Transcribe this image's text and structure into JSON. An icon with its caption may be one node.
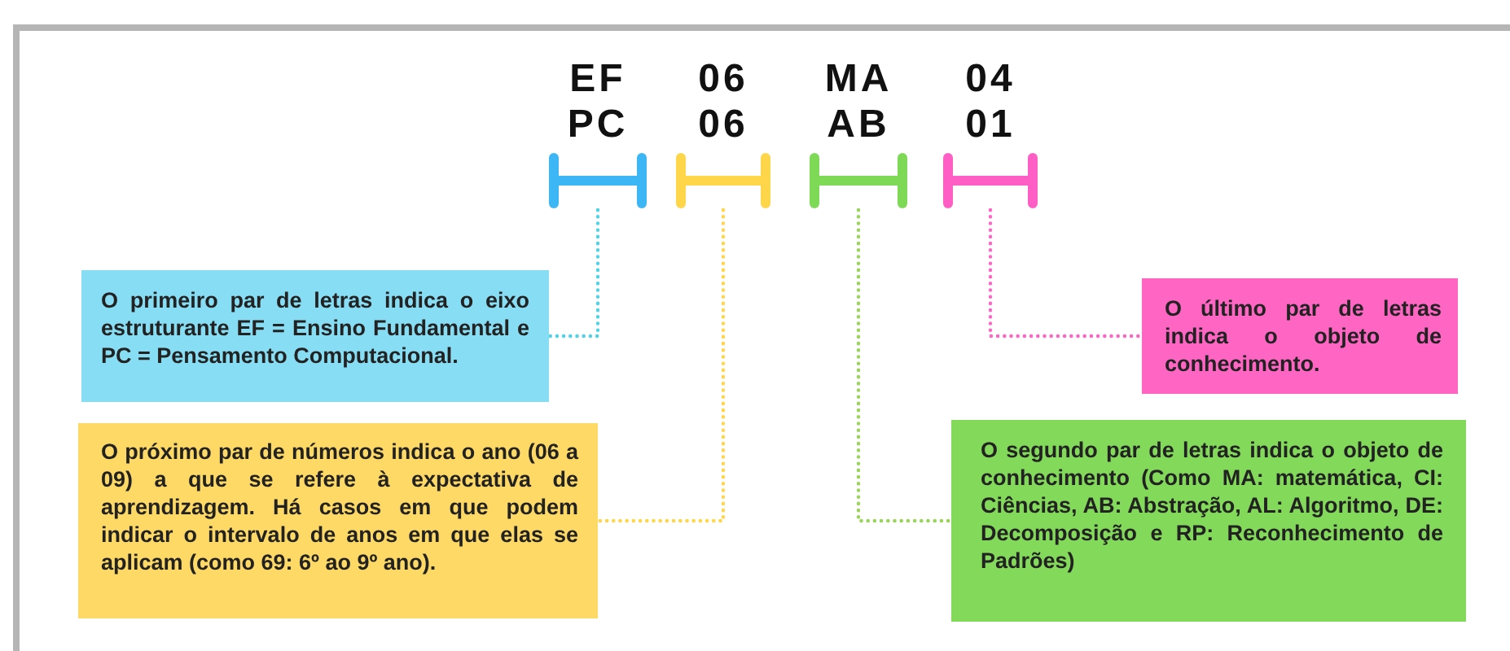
{
  "diagram": {
    "nodes": [
      {
        "text": [
          "EF",
          "PC"
        ]
      },
      {
        "text": [
          "06",
          "06"
        ]
      },
      {
        "text": [
          "MA",
          "AB"
        ]
      },
      {
        "text": [
          "04",
          "01"
        ]
      },
      {
        "text": [
          "O primeiro par de letras indica o eixo estruturante EF = Ensino Fundamental e PC = Pensamento Computacional."
        ]
      },
      {
        "text": [
          "O último par de letras indica o objeto de conhecimento."
        ]
      },
      {
        "text": [
          "O próximo par de números indica o ano (06 a 09) a que se refere à expectativa de aprendizagem. Há casos em que podem indicar o intervalo de anos em que elas se aplicam (como 69: 6º ao 9º ano)."
        ]
      },
      {
        "text": [
          "O segundo par de letras indica o objeto de conhecimento (Como MA: matemática, CI: Ciências, AB: Abstração, AL: Algoritmo, DE: Decomposição e RP: Reconhecimento de Padrões)"
        ]
      }
    ],
    "edges": [
      {
        "from": 0,
        "to": 4,
        "arrow": "none",
        "style": "dashed",
        "color": "#4fd3e6"
      },
      {
        "from": 1,
        "to": 6,
        "arrow": "none",
        "style": "dashed",
        "color": "#ffd54a"
      },
      {
        "from": 2,
        "to": 7,
        "arrow": "none",
        "style": "dashed",
        "color": "#9ad45a"
      },
      {
        "from": 3,
        "to": 5,
        "arrow": "none",
        "style": "dashed",
        "color": "#ff66c4"
      }
    ]
  }
}
